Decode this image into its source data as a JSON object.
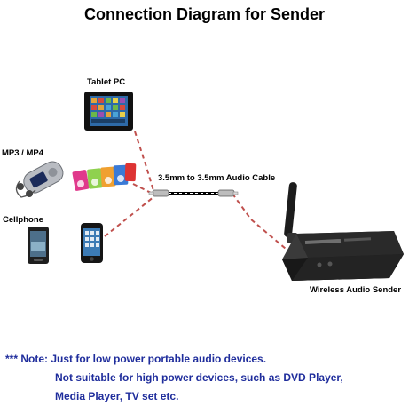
{
  "title": "Connection Diagram for Sender",
  "devices": {
    "tablet": "Tablet PC",
    "mp3": "MP3 / MP4",
    "cellphone": "Cellphone",
    "sender": "Wireless Audio Sender"
  },
  "cable_label": "3.5mm to 3.5mm Audio Cable",
  "note": {
    "line1": "*** Note: Just for low power portable audio devices.",
    "line2": "Not suitable for high power devices, such as DVD Player,",
    "line3": "Media Player, TV set etc."
  },
  "colors": {
    "note": "#1f2d9c",
    "cable_dash": "#c0504d",
    "device_body": "#222222"
  }
}
